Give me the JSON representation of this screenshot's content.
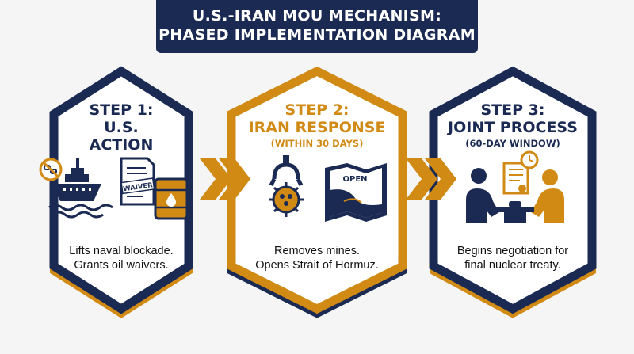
{
  "title": {
    "line1": "U.S.-IRAN MOU MECHANISM:",
    "line2": "PHASED IMPLEMENTATION DIAGRAM"
  },
  "colors": {
    "navy": "#1b2a52",
    "gold": "#d18a14",
    "background": "#f5f5f5"
  },
  "steps": [
    {
      "number": "STEP 1:",
      "name": "U.S. ACTION",
      "subtitle": "",
      "description_line1": "Lifts naval blockade.",
      "description_line2": "Grants oil waivers.",
      "icons": [
        "no-blockade-icon",
        "warship-icon",
        "waiver-document-icon",
        "oil-barrel-icon"
      ],
      "waiver_label": "WAIVER"
    },
    {
      "number": "STEP 2:",
      "name": "IRAN RESPONSE",
      "subtitle": "(WITHIN 30 DAYS)",
      "description_line1": "Removes mines.",
      "description_line2": "Opens Strait of Hormuz.",
      "icons": [
        "mine-removal-claw-icon",
        "strait-map-icon"
      ],
      "map_label": "OPEN"
    },
    {
      "number": "STEP 3:",
      "name": "JOINT PROCESS",
      "subtitle": "(60-DAY WINDOW)",
      "description_line1": "Begins negotiation for",
      "description_line2": "final nuclear treaty.",
      "icons": [
        "negotiators-icon",
        "treaty-document-icon",
        "clock-icon"
      ]
    }
  ]
}
